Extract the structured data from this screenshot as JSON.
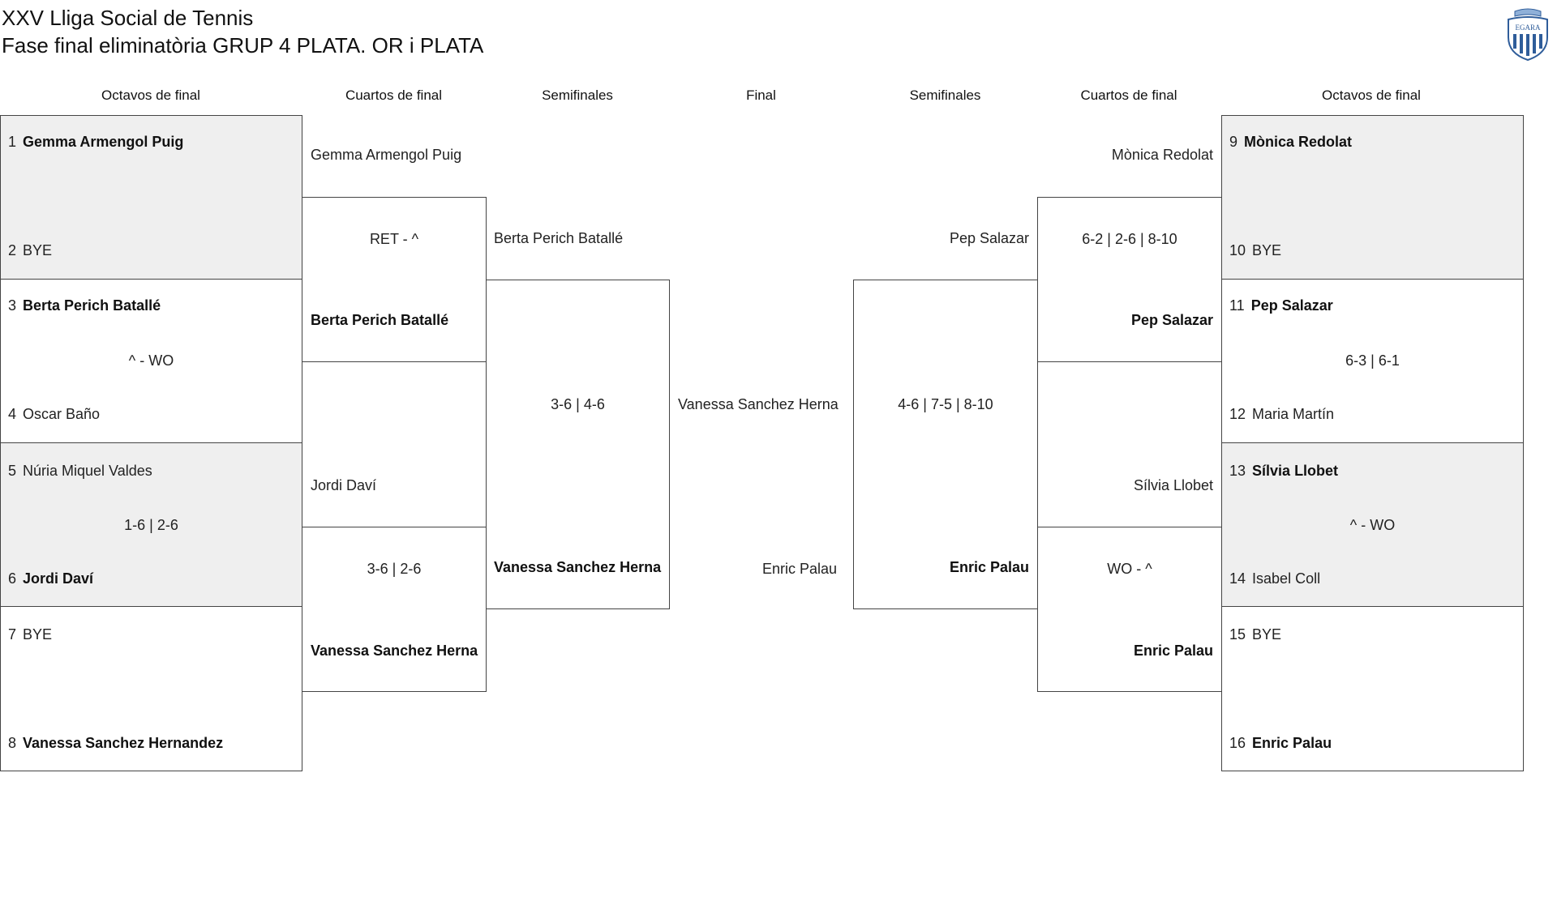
{
  "header": {
    "title": "XXV Lliga Social de Tennis",
    "subtitle": "Fase final eliminatòria GRUP 4 PLATA. OR i PLATA",
    "logo_text": "EGARA"
  },
  "rounds": {
    "l_r16": "Octavos de final",
    "l_qf": "Cuartos de final",
    "l_sf": "Semifinales",
    "final": "Final",
    "r_sf": "Semifinales",
    "r_qf": "Cuartos de final",
    "r_r16": "Octavos de final"
  },
  "r16_left": [
    {
      "seed_a": "1",
      "player_a": "Gemma Armengol Puig",
      "score": "",
      "seed_b": "2",
      "player_b": "BYE"
    },
    {
      "seed_a": "3",
      "player_a": "Berta Perich Batallé",
      "score": "^ - WO",
      "seed_b": "4",
      "player_b": "Oscar Baño"
    },
    {
      "seed_a": "5",
      "player_a": "Núria Miquel Valdes",
      "score": "1-6 | 2-6",
      "seed_b": "6",
      "player_b": "Jordi Daví"
    },
    {
      "seed_a": "7",
      "player_a": "BYE",
      "score": "",
      "seed_b": "8",
      "player_b": "Vanessa Sanchez Hernandez"
    }
  ],
  "r16_right": [
    {
      "seed_a": "9",
      "player_a": "Mònica Redolat",
      "score": "",
      "seed_b": "10",
      "player_b": "BYE"
    },
    {
      "seed_a": "11",
      "player_a": "Pep Salazar",
      "score": "6-3 | 6-1",
      "seed_b": "12",
      "player_b": "Maria Martín"
    },
    {
      "seed_a": "13",
      "player_a": "Sílvia Llobet",
      "score": "^ - WO",
      "seed_b": "14",
      "player_b": "Isabel Coll"
    },
    {
      "seed_a": "15",
      "player_a": "BYE",
      "score": "",
      "seed_b": "16",
      "player_b": "Enric Palau"
    }
  ],
  "qf_left": [
    {
      "player_a": "Gemma Armengol Puig",
      "score": "RET - ^",
      "player_b": "Berta Perich Batallé"
    },
    {
      "player_a": "Jordi Daví",
      "score": "3-6 | 2-6",
      "player_b": "Vanessa Sanchez Herna"
    }
  ],
  "qf_right": [
    {
      "player_a": "Mònica Redolat",
      "score": "6-2 | 2-6 | 8-10",
      "player_b": "Pep Salazar"
    },
    {
      "player_a": "Sílvia Llobet",
      "score": "WO - ^",
      "player_b": "Enric Palau"
    }
  ],
  "sf_left": {
    "player_a": "Berta Perich Batallé",
    "score": "3-6 | 4-6",
    "player_b": "Vanessa Sanchez Herna"
  },
  "sf_right": {
    "player_a": "Pep Salazar",
    "score": "4-6 | 7-5 | 8-10",
    "player_b": "Enric Palau"
  },
  "final": {
    "player_a": "Vanessa Sanchez Herna",
    "player_b": "Enric Palau"
  }
}
